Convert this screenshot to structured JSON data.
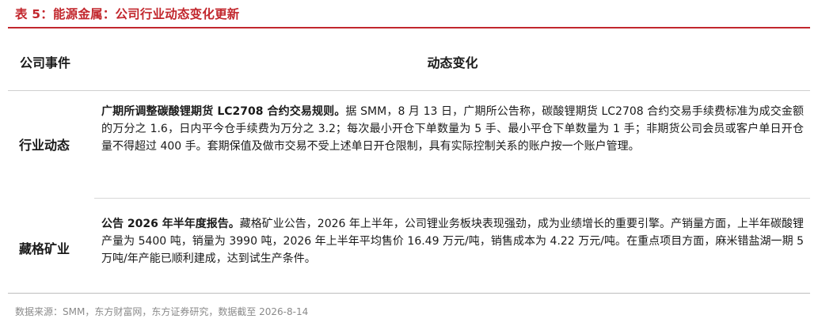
{
  "title": "表 5：能源金属：公司行业动态变化更新",
  "table": {
    "headers": {
      "event": "公司事件",
      "change": "动态变化"
    },
    "rows": [
      {
        "label": "行业动态",
        "lead": "广期所调整碳酸锂期货 LC2708 合约交易规则。",
        "body": "据 SMM，8 月 13 日，广期所公告称，碳酸锂期货 LC2708 合约交易手续费标准为成交金额的万分之 1.6，日内平今仓手续费为万分之 3.2；每次最小开仓下单数量为 5 手、最小平仓下单数量为 1 手；非期货公司会员或客户单日开仓量不得超过 400 手。套期保值及做市交易不受上述单日开仓限制，具有实际控制关系的账户按一个账户管理。"
      },
      {
        "label": "藏格矿业",
        "lead": "公告 2026 年半年度报告。",
        "body": "藏格矿业公告，2026 年上半年，公司锂业务板块表现强劲，成为业绩增长的重要引擎。产销量方面，上半年碳酸锂产量为 5400 吨，销量为 3990 吨，2026 年上半年平均售价 16.49 万元/吨，销售成本为 4.22 万元/吨。在重点项目方面，麻米错盐湖一期 5 万吨/年产能已顺利建成，达到试生产条件。"
      }
    ]
  },
  "source": "数据来源：SMM，东方财富网，东方证券研究，数据截至 2026-8-14",
  "colors": {
    "accent": "#c2272d",
    "text": "#1a1a1a",
    "muted": "#8a8a8a"
  }
}
